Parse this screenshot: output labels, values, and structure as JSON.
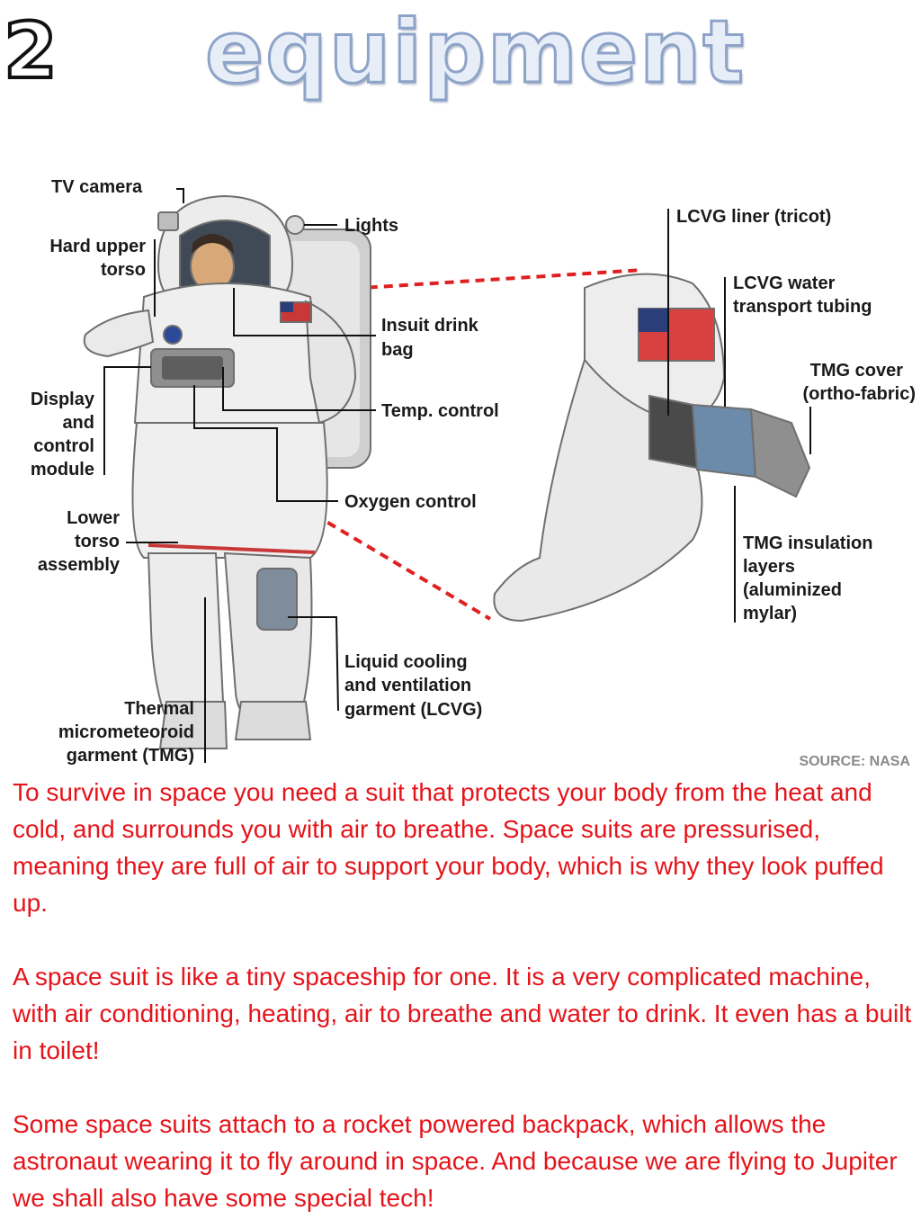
{
  "header": {
    "number": "2",
    "title": "equipment"
  },
  "diagram": {
    "labels": {
      "tv_camera": "TV camera",
      "lights": "Lights",
      "hard_upper_torso_1": "Hard upper",
      "hard_upper_torso_2": "torso",
      "insuit_drink_bag_1": "Insuit drink",
      "insuit_drink_bag_2": "bag",
      "display_module_1": "Display",
      "display_module_2": "and",
      "display_module_3": "control",
      "display_module_4": "module",
      "temp_control": "Temp. control",
      "oxygen_control": "Oxygen control",
      "lower_torso_1": "Lower",
      "lower_torso_2": "torso",
      "lower_torso_3": "assembly",
      "lcvg_garment_1": "Liquid cooling",
      "lcvg_garment_2": "and ventilation",
      "lcvg_garment_3": "garment (LCVG)",
      "tmg_garment_1": "Thermal",
      "tmg_garment_2": "micrometeoroid",
      "tmg_garment_3": "garment (TMG)",
      "lcvg_liner": "LCVG liner (tricot)",
      "lcvg_tubing_1": "LCVG water",
      "lcvg_tubing_2": "transport tubing",
      "tmg_cover_1": "TMG cover",
      "tmg_cover_2": "(ortho-fabric)",
      "tmg_insulation_1": "TMG insulation",
      "tmg_insulation_2": "layers",
      "tmg_insulation_3": "(aluminized",
      "tmg_insulation_4": "mylar)"
    },
    "source": "SOURCE: NASA",
    "colors": {
      "callout_line": "#111111",
      "dashed_line": "#e02020",
      "suit": "#f2f2f2",
      "suit_shade": "#c8c8c8"
    }
  },
  "body": {
    "paragraph_1": "To survive in space you need a suit that protects your body from the heat and cold, and surrounds you with air to breathe. Space suits are pressurised, meaning they are full of air to support your body, which is why they look puffed up.",
    "paragraph_2": "A space suit is like a tiny spaceship for one. It is a very complicated machine, with air conditioning, heating, air to breathe and water to drink. It even has a built in toilet!",
    "paragraph_3": "Some space suits attach to a rocket powered backpack, which allows the astronaut wearing it to fly around in space. And because we are flying to Jupiter we shall also have some special tech!",
    "color": "#e5141b"
  }
}
